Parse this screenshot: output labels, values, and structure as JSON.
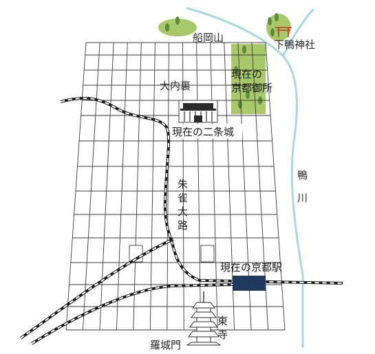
{
  "labels": {
    "funaokayama": "船岡山",
    "shimogamo": "下鴨神社",
    "dainairi": "大内裏",
    "gosho": "現在の京都御所",
    "gosho_line1": "現在の",
    "gosho_line2": "京都御所",
    "nijo": "現在の二条城",
    "suzaku": "朱雀大路",
    "suzaku_chars": [
      "朱",
      "雀",
      "大",
      "路"
    ],
    "kamo": "鴨川",
    "kamo_chars": [
      "鴨",
      "川"
    ],
    "kyoto_station": "現在の京都駅",
    "toji": "東寺",
    "toji_chars": [
      "東",
      "寺"
    ],
    "rashomon": "羅城門"
  },
  "colors": {
    "river": "#a9d7e4",
    "park": "#a8c96a",
    "tree": "#5c8c3a",
    "grid": "#3a3a3a",
    "rail": "#1a1a1a",
    "station": "#1e3a5c",
    "torii": "#c0392b"
  },
  "icons": [
    "torii-icon",
    "tree-icon",
    "castle-icon",
    "pagoda-icon",
    "railway-line",
    "station-icon"
  ]
}
